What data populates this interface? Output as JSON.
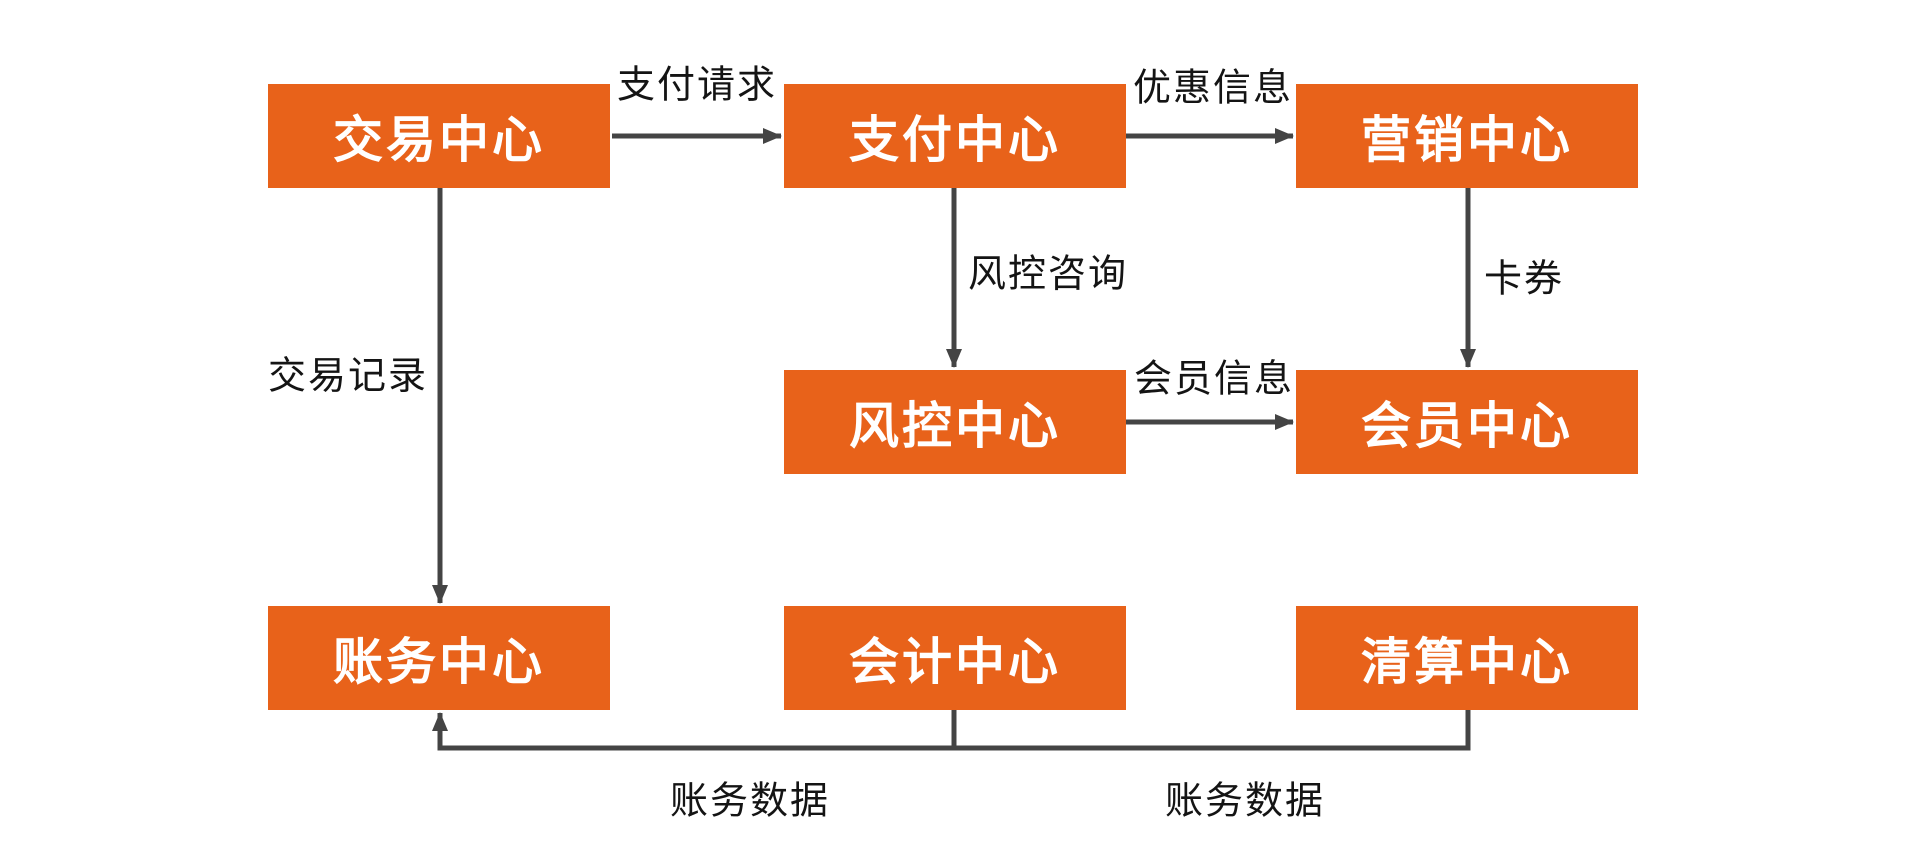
{
  "diagram": {
    "title": "",
    "nodes": [
      {
        "id": "transaction-center",
        "label": "交易中心"
      },
      {
        "id": "payment-center",
        "label": "支付中心"
      },
      {
        "id": "marketing-center",
        "label": "营销中心"
      },
      {
        "id": "risk-center",
        "label": "风控中心"
      },
      {
        "id": "member-center",
        "label": "会员中心"
      },
      {
        "id": "billing-center",
        "label": "账务中心"
      },
      {
        "id": "accounting-center",
        "label": "会计中心"
      },
      {
        "id": "clearing-center",
        "label": "清算中心"
      }
    ],
    "edges": [
      {
        "from": "交易中心",
        "to": "支付中心",
        "label": "支付请求",
        "direction": "right"
      },
      {
        "from": "支付中心",
        "to": "营销中心",
        "label": "优惠信息",
        "direction": "right"
      },
      {
        "from": "支付中心",
        "to": "风控中心",
        "label": "风控咨询",
        "direction": "down"
      },
      {
        "from": "营销中心",
        "to": "会员中心",
        "label": "卡券",
        "direction": "down"
      },
      {
        "from": "风控中心",
        "to": "会员中心",
        "label": "会员信息",
        "direction": "right"
      },
      {
        "from": "交易中心",
        "to": "账务中心",
        "label": "交易记录",
        "direction": "down"
      },
      {
        "from": "会计中心",
        "to": "账务中心",
        "label": "账务数据",
        "direction": "elbow-up"
      },
      {
        "from": "清算中心",
        "to": "账务中心",
        "label": "账务数据",
        "direction": "elbow-up"
      }
    ],
    "colors": {
      "node_fill": "#e8621a",
      "node_text": "#ffffff",
      "line": "#444444",
      "label_text": "#141414",
      "background": "#ffffff"
    }
  }
}
